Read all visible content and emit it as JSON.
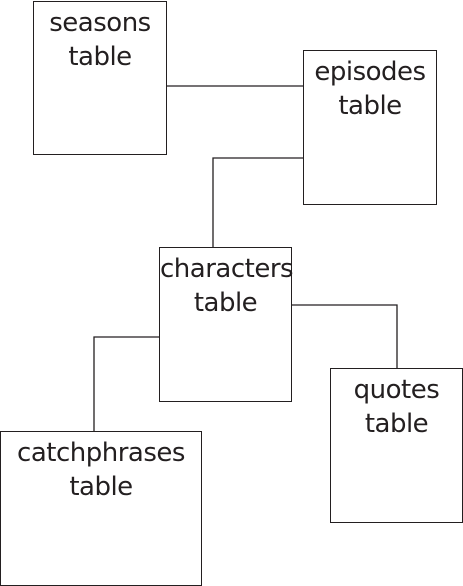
{
  "colors": {
    "stroke": "#231f20",
    "background": "#ffffff"
  },
  "boxes": {
    "seasons": {
      "line1": "seasons",
      "line2": "table"
    },
    "episodes": {
      "line1": "episodes",
      "line2": "table"
    },
    "characters": {
      "line1": "characters",
      "line2": "table"
    },
    "quotes": {
      "line1": "quotes",
      "line2": "table"
    },
    "catchphrases": {
      "line1": "catchphrases",
      "line2": "table"
    }
  },
  "connections": [
    {
      "from": "seasons",
      "to": "episodes"
    },
    {
      "from": "episodes",
      "to": "characters"
    },
    {
      "from": "characters",
      "to": "quotes"
    },
    {
      "from": "characters",
      "to": "catchphrases"
    }
  ]
}
